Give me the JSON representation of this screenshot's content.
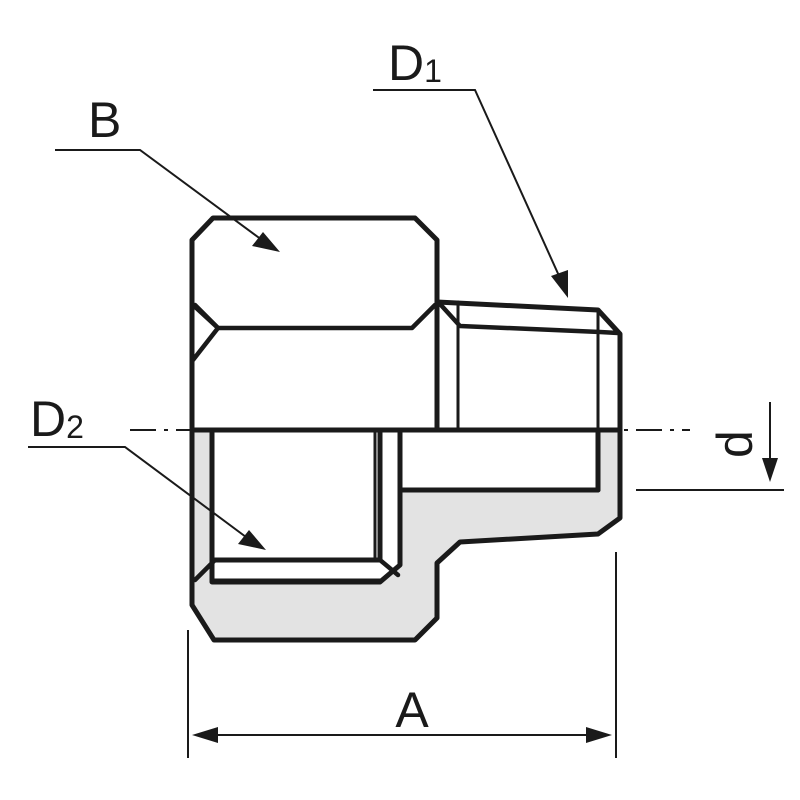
{
  "labels": {
    "B": "B",
    "D1_main": "D",
    "D1_sub": "1",
    "D2_main": "D",
    "D2_sub": "2",
    "d": "d",
    "A": "A"
  },
  "colors": {
    "line": "#1a1a1a",
    "section_fill": "#e3e3e3",
    "background": "#ffffff"
  }
}
